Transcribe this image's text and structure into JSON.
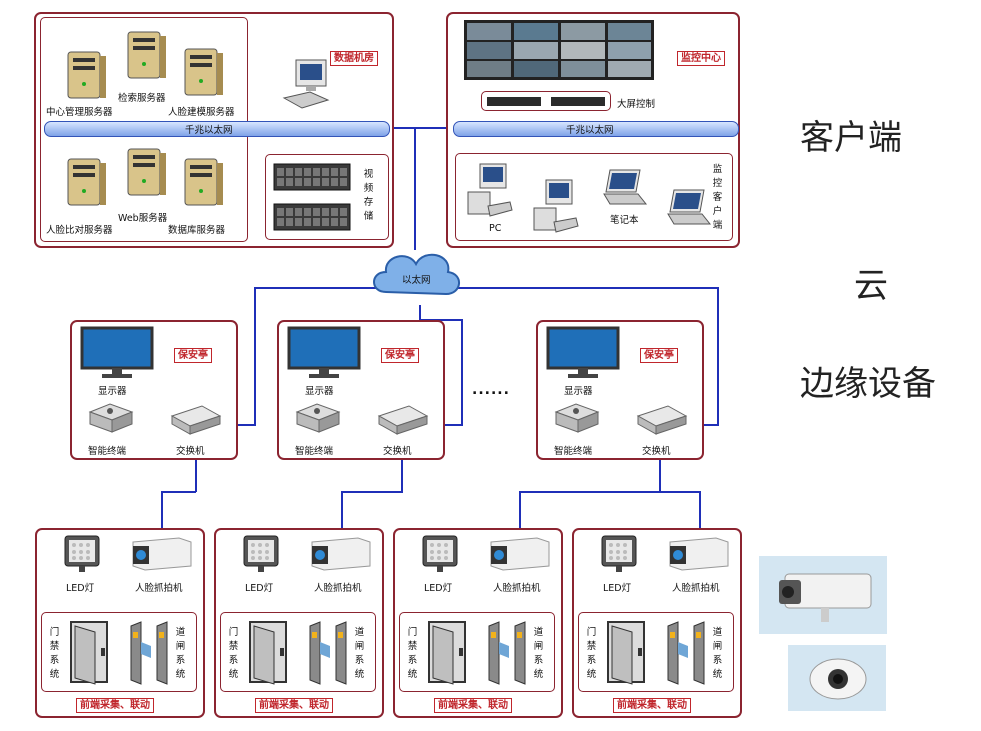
{
  "layers": {
    "client": "客户端",
    "cloud": "云",
    "edge": "边缘设备"
  },
  "data_center": {
    "tag": "数据机房",
    "servers": [
      "中心管理服务器",
      "检索服务器",
      "人脸建模服务器",
      "人脸比对服务器",
      "Web服务器",
      "数据库服务器"
    ],
    "network": "千兆以太网",
    "storage": "视频存储"
  },
  "monitor_center": {
    "tag": "监控中心",
    "big_screen_control": "大屏控制",
    "network": "千兆以太网",
    "clients": [
      "PC",
      "笔记本"
    ],
    "client_group": "监控客户端"
  },
  "cloud": {
    "label": "以太网"
  },
  "guard_booth": {
    "tag": "保安亭",
    "display": "显示器",
    "terminal": "智能终端",
    "switch": "交换机"
  },
  "ellipsis": "......",
  "front_end": {
    "led": "LED灯",
    "camera": "人脸抓拍机",
    "door": "门禁系统",
    "gate": "道闸系统",
    "footer": "前端采集、联动"
  },
  "colors": {
    "frame": "#8b2430",
    "tag": "#c0262c",
    "link": "#1f2fb8"
  }
}
